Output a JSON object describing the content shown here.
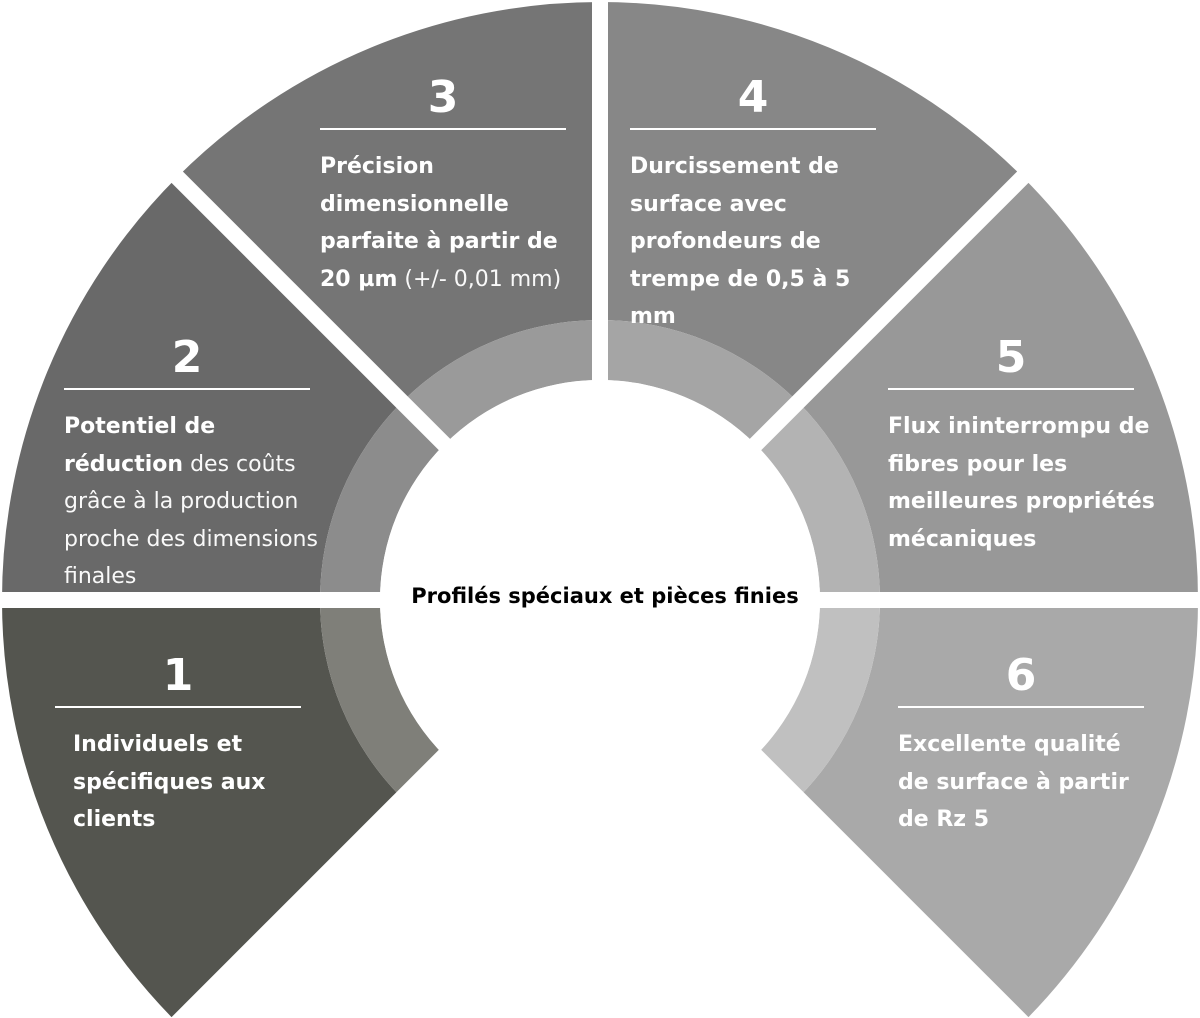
{
  "center_title": "Profilés spéciaux et pièces finies",
  "colors": {
    "segment_1": "#54554f",
    "segment_2": "#696969",
    "segment_3": "#757575",
    "segment_4": "#878787",
    "segment_5": "#989898",
    "segment_6": "#a9a9a9",
    "ring_1": "#7f7f79",
    "ring_2": "#8c8c8c",
    "ring_3": "#9a9a9a",
    "ring_4": "#a5a5a5",
    "ring_5": "#b3b3b3",
    "ring_6": "#c0c0c0",
    "text": "#ffffff"
  },
  "segments": [
    {
      "number": "1",
      "bold": "Individuels et spécifiques aux clients",
      "light": ""
    },
    {
      "number": "2",
      "bold": "Potentiel de réduction",
      "light": "des coûts grâce à la production proche des dimensions finales"
    },
    {
      "number": "3",
      "bold": "Précision dimensionnelle parfaite à partir de 20 µm",
      "light": "(+/- 0,01 mm)"
    },
    {
      "number": "4",
      "bold": "Durcissement de surface avec profondeurs de trempe de 0,5 à 5 mm",
      "light": ""
    },
    {
      "number": "5",
      "bold": "Flux ininterrompu de fibres pour les meilleures propriétés mécaniques",
      "light": ""
    },
    {
      "number": "6",
      "bold": "Excellente qualité de surface à partir de Rz 5",
      "light": ""
    }
  ]
}
